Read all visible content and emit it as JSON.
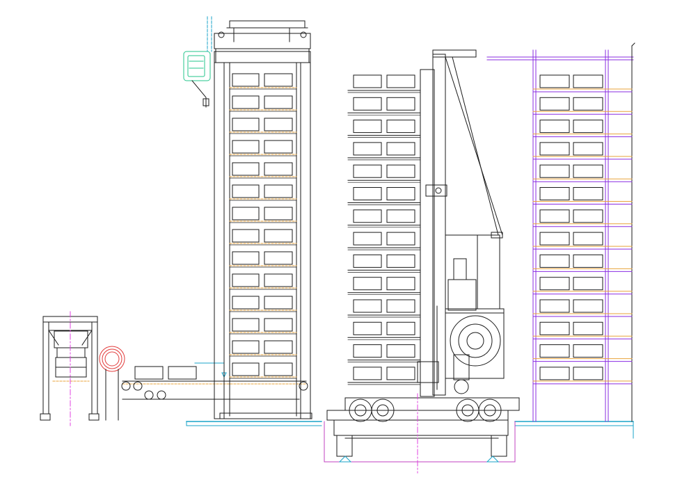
{
  "colors": {
    "background": "#ffffff",
    "line": "#1a1a1a",
    "tray": "#e8a33a",
    "rack": "#8a2be2",
    "floor": "#1aa3c8",
    "motor": "#23c48b",
    "coil": "#e23a3a",
    "center": "#e040e0",
    "pit": "#c040c0"
  },
  "diagram": {
    "tower_tiers": 14,
    "stacker_tiers": 14,
    "rack_tiers": 14
  }
}
